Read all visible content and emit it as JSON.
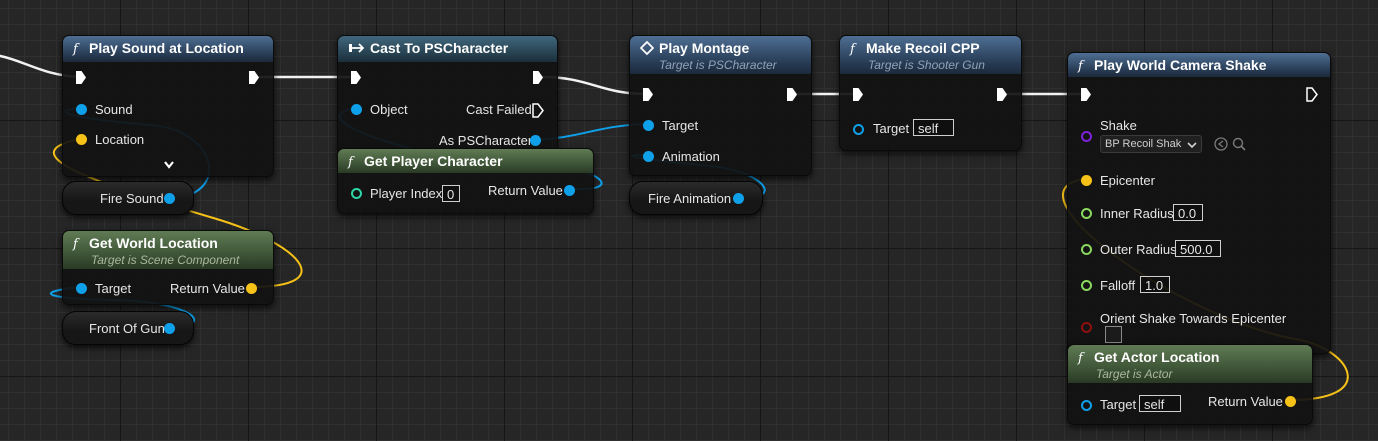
{
  "nodes": {
    "play_sound": {
      "title": "Play Sound at Location",
      "pins": {
        "sound": "Sound",
        "location": "Location"
      }
    },
    "cast": {
      "title": "Cast To PSCharacter",
      "pins": {
        "object": "Object",
        "cast_failed": "Cast Failed",
        "as_pscharacter": "As PSCharacter"
      }
    },
    "get_player_character": {
      "title": "Get Player Character",
      "pins": {
        "player_index": "Player Index",
        "player_index_value": "0",
        "return_value": "Return Value"
      }
    },
    "play_montage": {
      "title": "Play Montage",
      "subtitle": "Target is PSCharacter",
      "pins": {
        "target": "Target",
        "animation": "Animation"
      }
    },
    "make_recoil": {
      "title": "Make Recoil CPP",
      "subtitle": "Target is Shooter Gun",
      "pins": {
        "target": "Target",
        "target_value": "self"
      }
    },
    "camera_shake": {
      "title": "Play World Camera Shake",
      "pins": {
        "shake": "Shake",
        "shake_value": "BP Recoil Shak",
        "epicenter": "Epicenter",
        "inner_radius": "Inner Radius",
        "inner_radius_value": "0.0",
        "outer_radius": "Outer Radius",
        "outer_radius_value": "500.0",
        "falloff": "Falloff",
        "falloff_value": "1.0",
        "orient": "Orient Shake Towards Epicenter"
      }
    },
    "get_world_location": {
      "title": "Get World Location",
      "subtitle": "Target is Scene Component",
      "pins": {
        "target": "Target",
        "return_value": "Return Value"
      }
    },
    "get_actor_location": {
      "title": "Get Actor Location",
      "subtitle": "Target is Actor",
      "pins": {
        "target": "Target",
        "target_value": "self",
        "return_value": "Return Value"
      }
    }
  },
  "variables": {
    "fire_sound": "Fire Sound",
    "fire_animation": "Fire Animation",
    "front_of_gun": "Front Of Gun"
  },
  "colors": {
    "exec": "#ffffff",
    "object_pin": "#0fa0ea",
    "vector_pin": "#f7c218",
    "float_pin": "#8ad860",
    "int_pin": "#2ed6a7",
    "class_pin": "#7d22d8",
    "bool_pin": "#8f1010",
    "pure_header": "#4a6a40",
    "function_header": "#3a5878",
    "cast_header": "#2e5468"
  },
  "icons": {
    "function": "function-icon",
    "cast": "cast-macro-icon",
    "montage": "montage-diamond-icon",
    "expand": "chevron-down-icon"
  }
}
